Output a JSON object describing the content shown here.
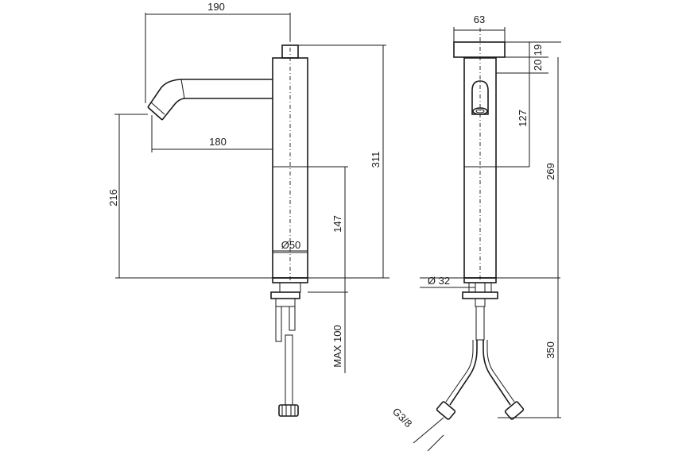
{
  "side_view": {
    "dim_spout_reach": "190",
    "dim_outlet_to_body": "180",
    "dim_outlet_height": "216",
    "dim_total_height": "311",
    "dim_lower_body": "147",
    "dim_body_diameter": "Ø50",
    "dim_max_deck": "MAX 100"
  },
  "front_view": {
    "dim_handle_width": "63",
    "dim_handle_height": "19",
    "dim_gap": "20",
    "dim_outlet": "127",
    "dim_body_height": "269",
    "dim_hole_diameter": "Ø 32",
    "dim_hose_length": "350",
    "dim_thread": "G3/8"
  }
}
